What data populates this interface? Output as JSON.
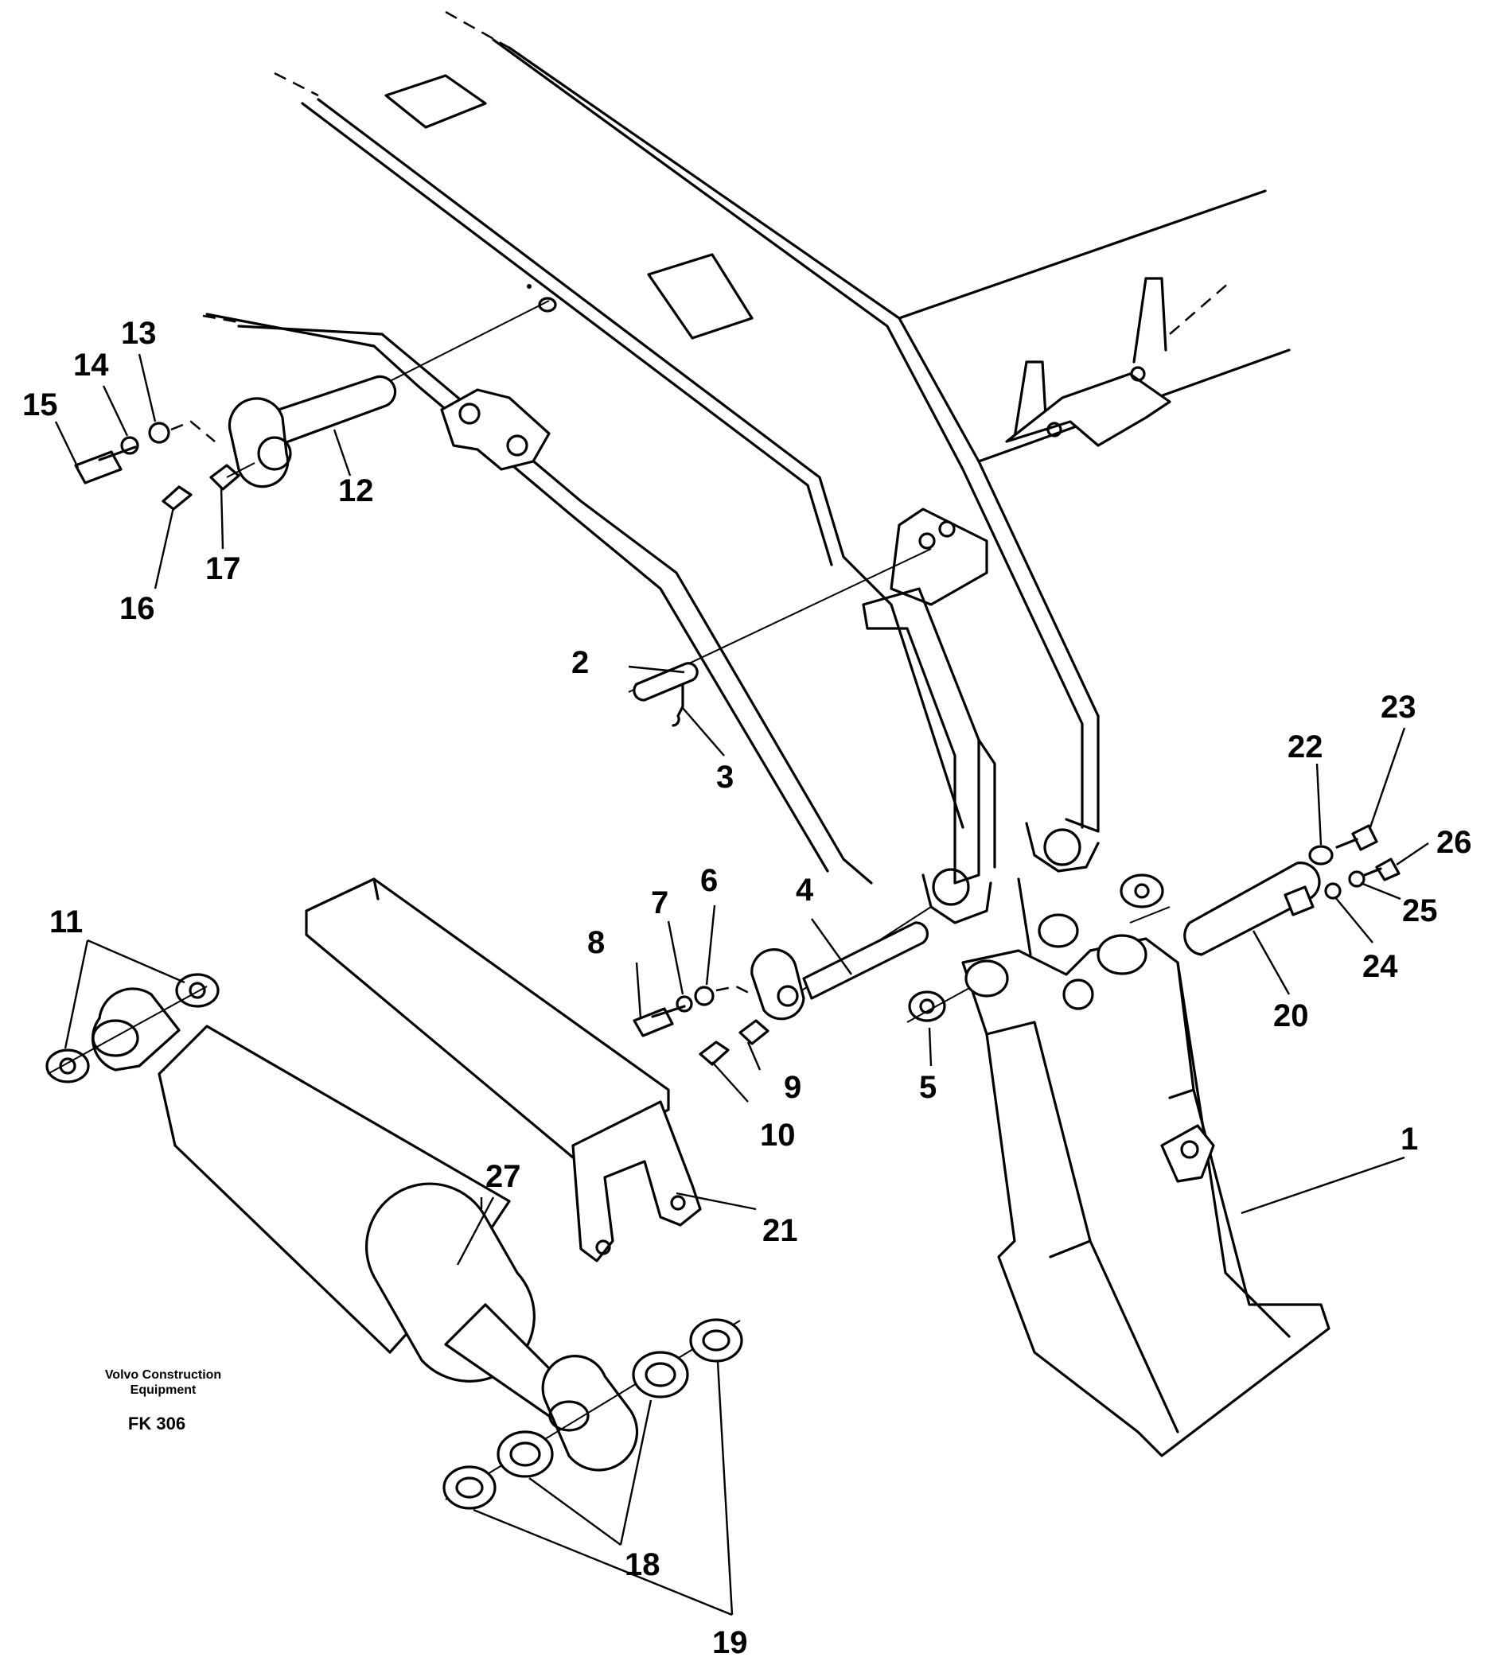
{
  "callouts": [
    {
      "number": "1"
    },
    {
      "number": "2"
    },
    {
      "number": "3"
    },
    {
      "number": "4"
    },
    {
      "number": "5"
    },
    {
      "number": "6"
    },
    {
      "number": "7"
    },
    {
      "number": "8"
    },
    {
      "number": "9"
    },
    {
      "number": "10"
    },
    {
      "number": "11"
    },
    {
      "number": "12"
    },
    {
      "number": "13"
    },
    {
      "number": "14"
    },
    {
      "number": "15"
    },
    {
      "number": "16"
    },
    {
      "number": "17"
    },
    {
      "number": "18"
    },
    {
      "number": "19"
    },
    {
      "number": "20"
    },
    {
      "number": "21"
    },
    {
      "number": "22"
    },
    {
      "number": "23"
    },
    {
      "number": "24"
    },
    {
      "number": "25"
    },
    {
      "number": "26"
    },
    {
      "number": "27"
    }
  ],
  "footer": {
    "brand_line1": "Volvo Construction",
    "brand_line2": "Equipment",
    "figure_code": "FK 306"
  }
}
